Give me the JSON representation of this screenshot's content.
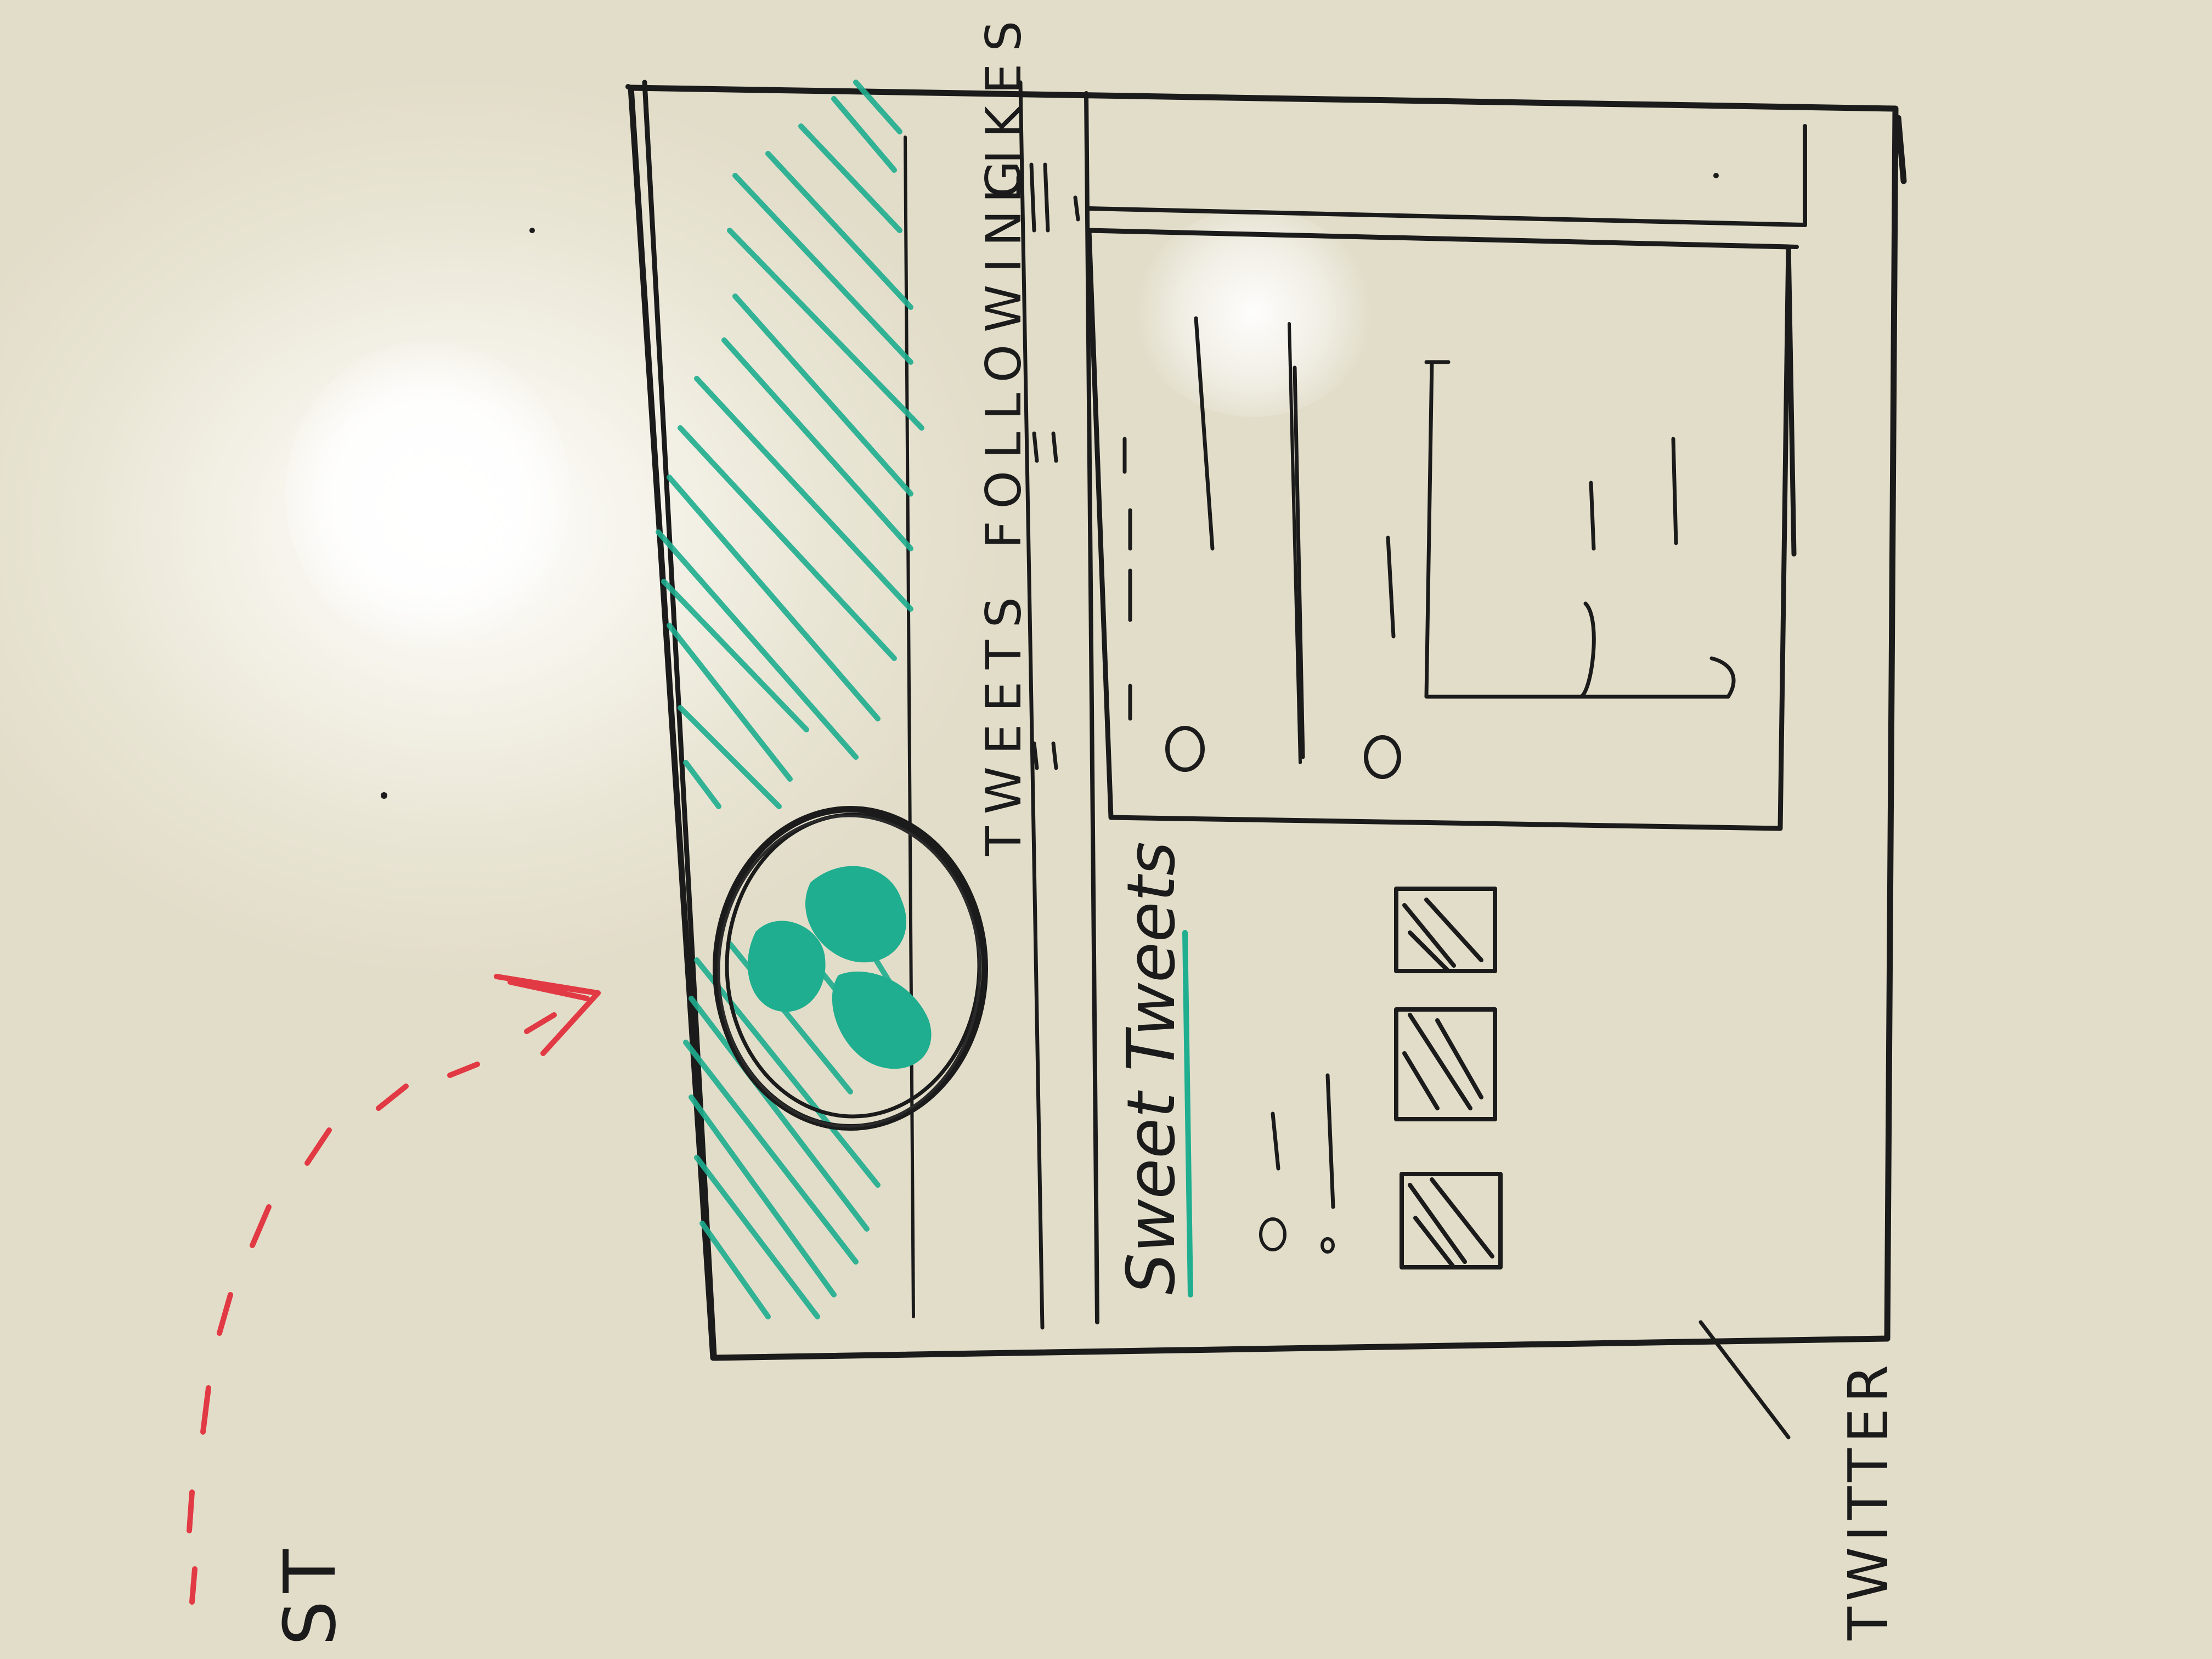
{
  "sketch": {
    "tabs": [
      "TWEETS",
      "FOLLOWING",
      "LIKES"
    ],
    "profile_name": "Sweet Tweets",
    "side_label": "TWITTER",
    "corner_text": "ST"
  },
  "colors": {
    "marker_black": "#1b1b1b",
    "marker_teal": "#1fae8f",
    "marker_red": "#e23a44",
    "whiteboard": "#ece8d6"
  }
}
